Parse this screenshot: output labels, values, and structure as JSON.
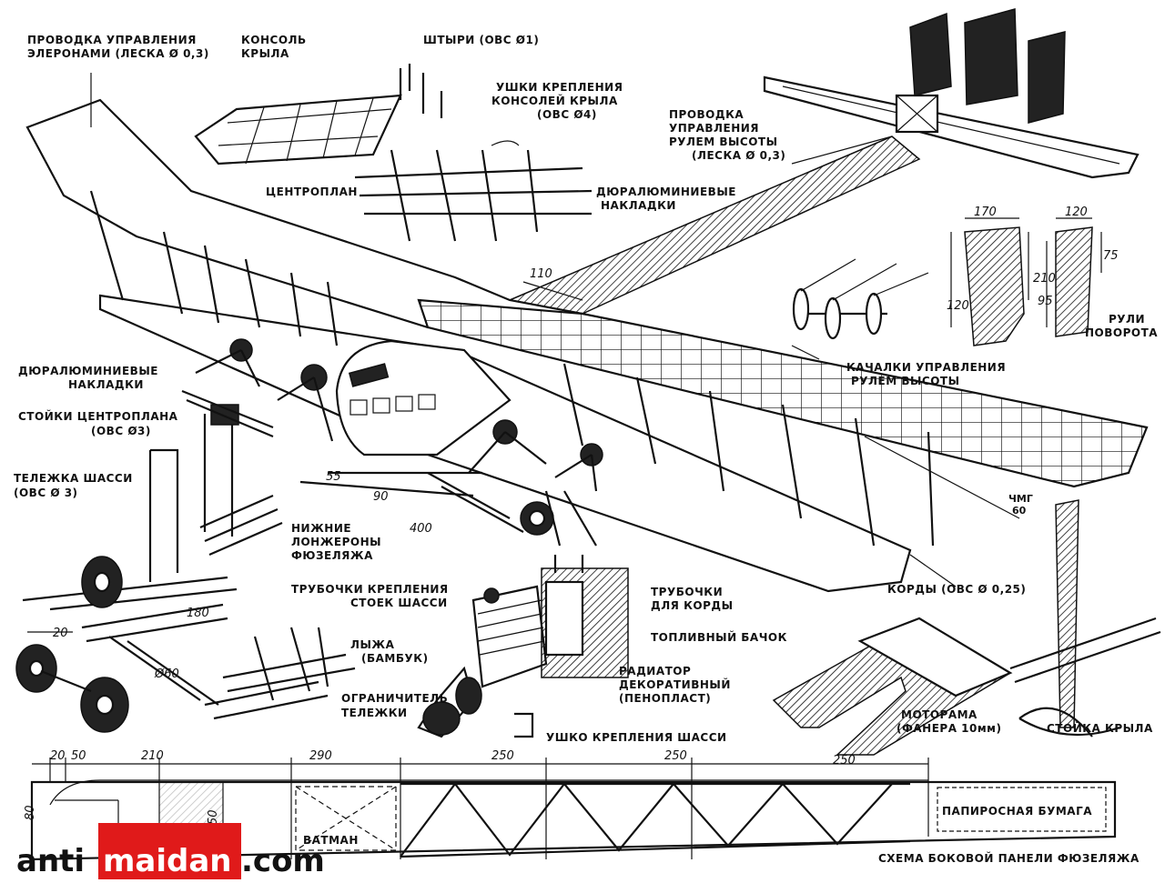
{
  "labels": {
    "aileron_control": [
      "ПРОВОДКА УПРАВЛЕНИЯ",
      "ЭЛЕРОНАМИ (ЛЕСКА Ø 0,3)"
    ],
    "wing_console": [
      "КОНСОЛЬ",
      "КРЫЛА"
    ],
    "pins": "ШТЫРИ (ОВС Ø1)",
    "console_lugs": [
      "УШКИ КРЕПЛЕНИЯ",
      "КОНСОЛЕЙ КРЫЛА",
      "(ОВС Ø4)"
    ],
    "elevator_control": [
      "ПРОВОДКА",
      "УПРАВЛЕНИЯ",
      "РУЛЕМ ВЫСОТЫ",
      "(ЛЕСКА Ø 0,3)"
    ],
    "center_section": "ЦЕНТРОПЛАН",
    "duralumin_top": [
      "ДЮРАЛЮМИНИЕВЫЕ",
      "НАКЛАДКИ"
    ],
    "rudder": [
      "РУЛИ",
      "ПОВОРОТА"
    ],
    "elevator_rockers": [
      "КАЧАЛКИ УПРАВЛЕНИЯ",
      "РУЛЕМ ВЫСОТЫ"
    ],
    "duralumin_left": [
      "ДЮРАЛЮМИНИЕВЫЕ",
      "НАКЛАДКИ"
    ],
    "center_struts": [
      "СТОЙКИ ЦЕНТРОПЛАНА",
      "(ОВС Ø3)"
    ],
    "gear_bogie": [
      "ТЕЛЕЖКА ШАССИ",
      "(ОВС Ø 3)"
    ],
    "lower_longerons": [
      "НИЖНИЕ",
      "ЛОНЖЕРОНЫ",
      "ФЮЗЕЛЯЖА"
    ],
    "gear_tubes": [
      "ТРУБОЧКИ КРЕПЛЕНИЯ",
      "СТОЕК ШАССИ"
    ],
    "ski": [
      "ЛЫЖА",
      "(БАМБУК)"
    ],
    "bogie_limiter": [
      "ОГРАНИЧИТЕЛЬ",
      "ТЕЛЕЖКИ"
    ],
    "cord_tubes": [
      "ТРУБОЧКИ",
      "ДЛЯ КОРДЫ"
    ],
    "fuel_tank": "ТОПЛИВНЫЙ БАЧОК",
    "radiator": [
      "РАДИАТОР",
      "ДЕКОРАТИВНЫЙ",
      "(ПЕНОПЛАСТ)"
    ],
    "gear_lug": "УШКО КРЕПЛЕНИЯ ШАССИ",
    "cords": "КОРДЫ (ОВС Ø 0,25)",
    "motor_mount": [
      "МОТОРАМА",
      "(ФАНЕРА 10мм)"
    ],
    "wing_strut": "СТОЙКА КРЫЛА",
    "whatman": "ВАТМАН",
    "tissue_paper": "ПАПИРОСНАЯ БУМАГА",
    "panel_caption": "СХЕМА БОКОВОЙ ПАНЕЛИ ФЮЗЕЛЯЖА",
    "author_mark": [
      "ЧМГ",
      "60"
    ]
  },
  "dimensions": {
    "d110": "110",
    "d55": "55",
    "d90": "90",
    "d400": "400",
    "d180": "180",
    "d20": "20",
    "d60": "Ø60",
    "rudder_170": "170",
    "rudder_120a": "120",
    "rudder_210": "210",
    "rudder_120b": "120",
    "rudder_95": "95",
    "rudder_75": "75",
    "panel": [
      "20",
      "50",
      "210",
      "290",
      "250",
      "250",
      "250"
    ],
    "panel_80": "80",
    "panel_50": "50"
  },
  "watermark": {
    "left": "anti",
    "middle": "maidan",
    "right": ".com"
  },
  "colors": {
    "ink": "#111111",
    "watermark_red": "#e01a1a"
  }
}
